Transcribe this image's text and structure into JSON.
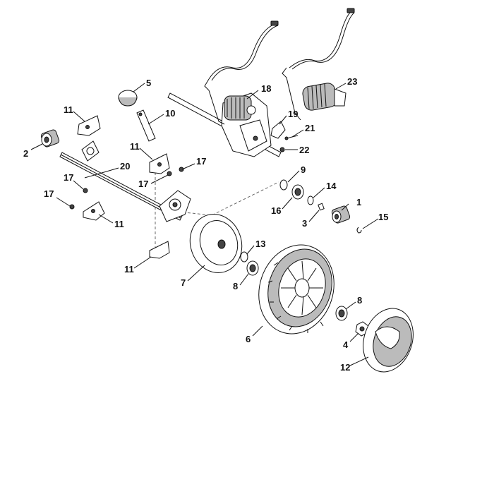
{
  "diagram": {
    "callouts": [
      "1",
      "2",
      "3",
      "4",
      "5",
      "6",
      "7",
      "8",
      "8",
      "9",
      "10",
      "11",
      "11",
      "11",
      "11",
      "12",
      "13",
      "14",
      "15",
      "16",
      "17",
      "17",
      "17",
      "18",
      "19",
      "20",
      "21",
      "22",
      "23"
    ]
  }
}
